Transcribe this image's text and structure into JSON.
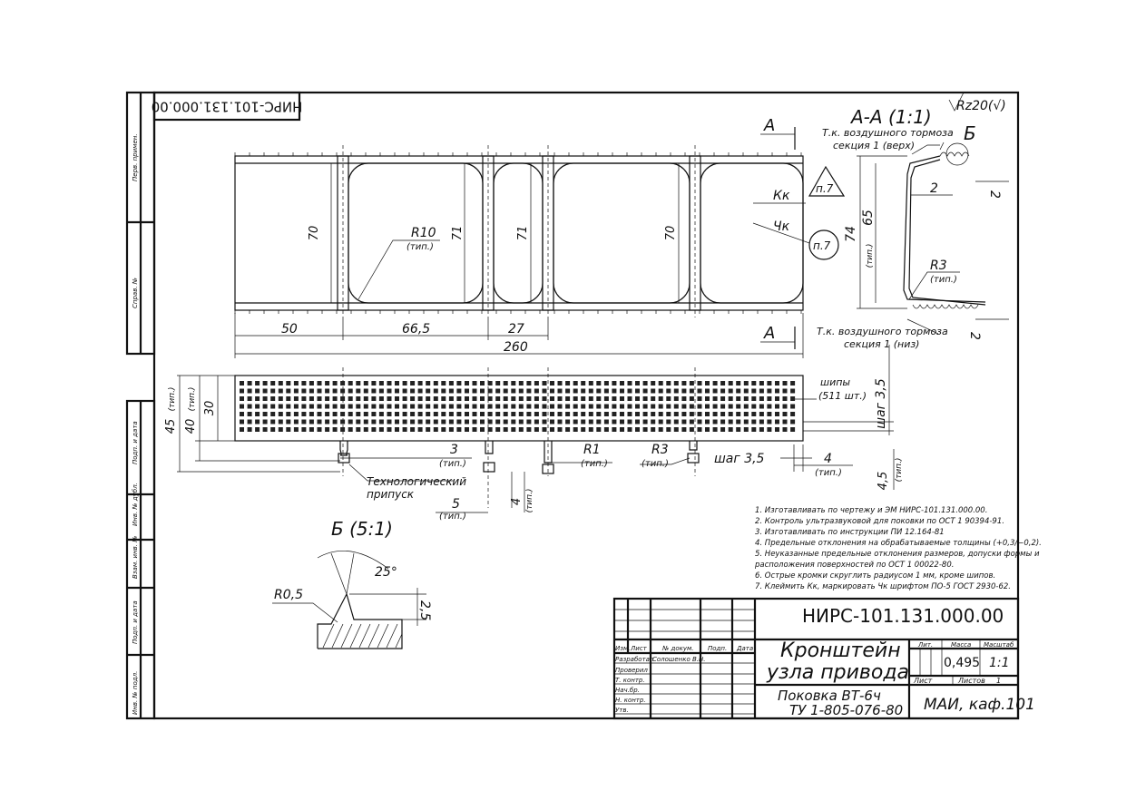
{
  "drawing_code": "НИРС-101.131.000.00",
  "section": {
    "title": "А-А (1:1)",
    "roughness": "Rz20(√)",
    "label_A": "А",
    "label_B": "Б",
    "brake_top_line1": "Т.к. воздушного тормоза",
    "brake_top_line2": "секция 1 (верх)",
    "brake_bottom_line1": "Т.к. воздушного тормоза",
    "brake_bottom_line2": "секция 1 (низ)",
    "dim_74": "74",
    "dim_65": "65",
    "dim_65_note": "(тип.)",
    "dim_2a": "2",
    "dim_2b": "2",
    "dim_2c": "2",
    "radius": "R3",
    "radius_note": "(тип.)"
  },
  "plan": {
    "dim_70a": "70",
    "dim_71a": "71",
    "dim_71b": "71",
    "dim_70b": "70",
    "radius": "R10",
    "radius_note": "(тип.)",
    "dim_50": "50",
    "dim_66": "66,5",
    "dim_27": "27",
    "dim_260": "260",
    "mark_kk": "Кк",
    "mark_chk": "Чк",
    "note_p7a": "п.7",
    "note_p7b": "п.7"
  },
  "side": {
    "dim_45": "45",
    "dim_45_note": "(тип.)",
    "dim_40": "40",
    "dim_40_note": "(тип.)",
    "dim_30": "30",
    "spikes": "шипы",
    "spikes_count": "(511 шт.)",
    "pitch_vert": "шаг 3,5",
    "pitch_horiz": "шаг 3,5",
    "dim_3": "3",
    "dim_3_note": "(тип.)",
    "r1": "R1",
    "r1_note": "(тип.)",
    "r3": "R3",
    "r3_note": "(тип.)",
    "dim_4": "4",
    "dim_4_note": "(тип.)",
    "dim_45b": "4,5",
    "dim_45b_note": "(тип.)",
    "tech_line1": "Технологический",
    "tech_line2": "припуск",
    "dim_5": "5",
    "dim_5_note": "(тип.)",
    "dim_4b": "4",
    "dim_4b_note": "(тип.)"
  },
  "detail": {
    "title": "Б (5:1)",
    "angle": "25°",
    "radius": "R0,5",
    "dim": "2,5"
  },
  "notes": [
    "1. Изготавливать по чертежу и ЭМ НИРС-101.131.000.00.",
    "2. Контроль ультразвуковой для поковки по ОСТ 1 90394-91.",
    "3. Изготавливать по инструкции ПИ 12.164-81",
    "4. Предельные отклонения на обрабатываемые толщины (+0,3/−0,2).",
    "5. Неуказанные предельные отклонения размеров, допуски формы и",
    "расположения поверхностей по ОСТ 1 00022-80.",
    "6. Острые кромки скруглить радиусом 1 мм, кроме шипов.",
    "7. Клеймить Кк, маркировать Чк шрифтом ПО-5 ГОСТ 2930-62."
  ],
  "title_block": {
    "code": "НИРС-101.131.000.00",
    "name_line1": "Кронштейн",
    "name_line2": "узла привода",
    "material_line1": "Поковка ВТ-6ч",
    "material_line2": "ТУ 1-805-076-80",
    "org": "МАИ, каф.101",
    "hdr_lit": "Лит.",
    "hdr_mass": "Масса",
    "hdr_scale": "Масштаб",
    "mass": "0,495",
    "scale": "1:1",
    "sheet": "Лист",
    "sheets": "Листов",
    "sheets_count": "1",
    "col_izm": "Изм.",
    "col_list": "Лист",
    "col_doc": "№ докум.",
    "col_sign": "Подп.",
    "col_date": "Дата",
    "role_dev": "Разработал",
    "dev_name": "Солошенко В.Н.",
    "role_check": "Проверил",
    "role_tcontr": "Т. контр.",
    "role_head": "Нач.бр.",
    "role_ncontr": "Н. контр.",
    "role_approve": "Утв."
  },
  "side_strip": {
    "perv": "Перв. примен.",
    "sprav": "Справ. №",
    "podp1": "Подп. и дата",
    "inv_dubl": "Инв. № дубл.",
    "vzam": "Взам. инв. №",
    "podp2": "Подп. и дата",
    "inv_podl": "Инв. № подл."
  }
}
